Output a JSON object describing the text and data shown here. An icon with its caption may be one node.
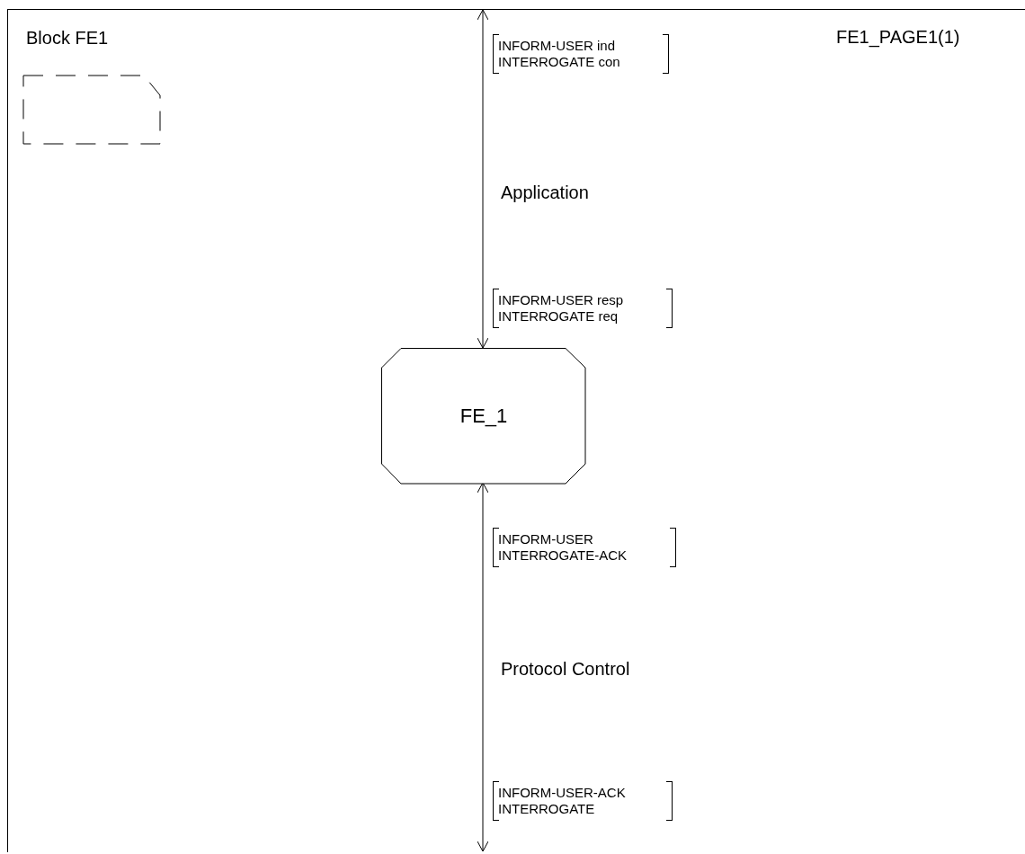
{
  "diagram": {
    "nodes": [
      {
        "text": [
          "Block FE1"
        ]
      },
      {
        "text": [
          "FE_1"
        ],
        "in": 0
      }
    ],
    "edges": [
      {
        "from": 0,
        "to": 1,
        "arrow": "both",
        "label": "Application"
      },
      {
        "from": 1,
        "to": 0,
        "arrow": "both",
        "label": "Protocol Control"
      }
    ],
    "labels": [
      "INFORM-USER ind INTERROGATE con",
      "FE1_PAGE1(1)",
      "INFORM-USER resp INTERROGATE req",
      "INFORM-USER INTERROGATE-ACK",
      "INFORM-USER-ACK INTERROGATE"
    ]
  }
}
